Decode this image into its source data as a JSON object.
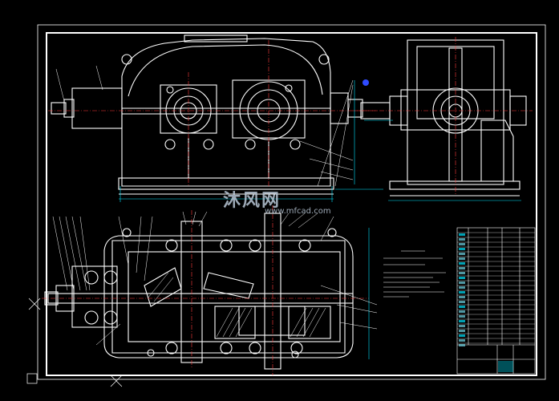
{
  "watermark": {
    "logo": "沐风网",
    "url": "www.mfcad.com"
  },
  "colors": {
    "background": "#000000",
    "linework": "#ffffff",
    "center_lines": "#ff3b3b",
    "dimension_lines": "#00e5ff",
    "leader_lines": "#ffffff",
    "accent_point": "#2f4bff",
    "table_stripe": "#00e5ff"
  },
  "views": [
    {
      "name": "front-elevation"
    },
    {
      "name": "side-elevation"
    },
    {
      "name": "plan-section"
    }
  ]
}
